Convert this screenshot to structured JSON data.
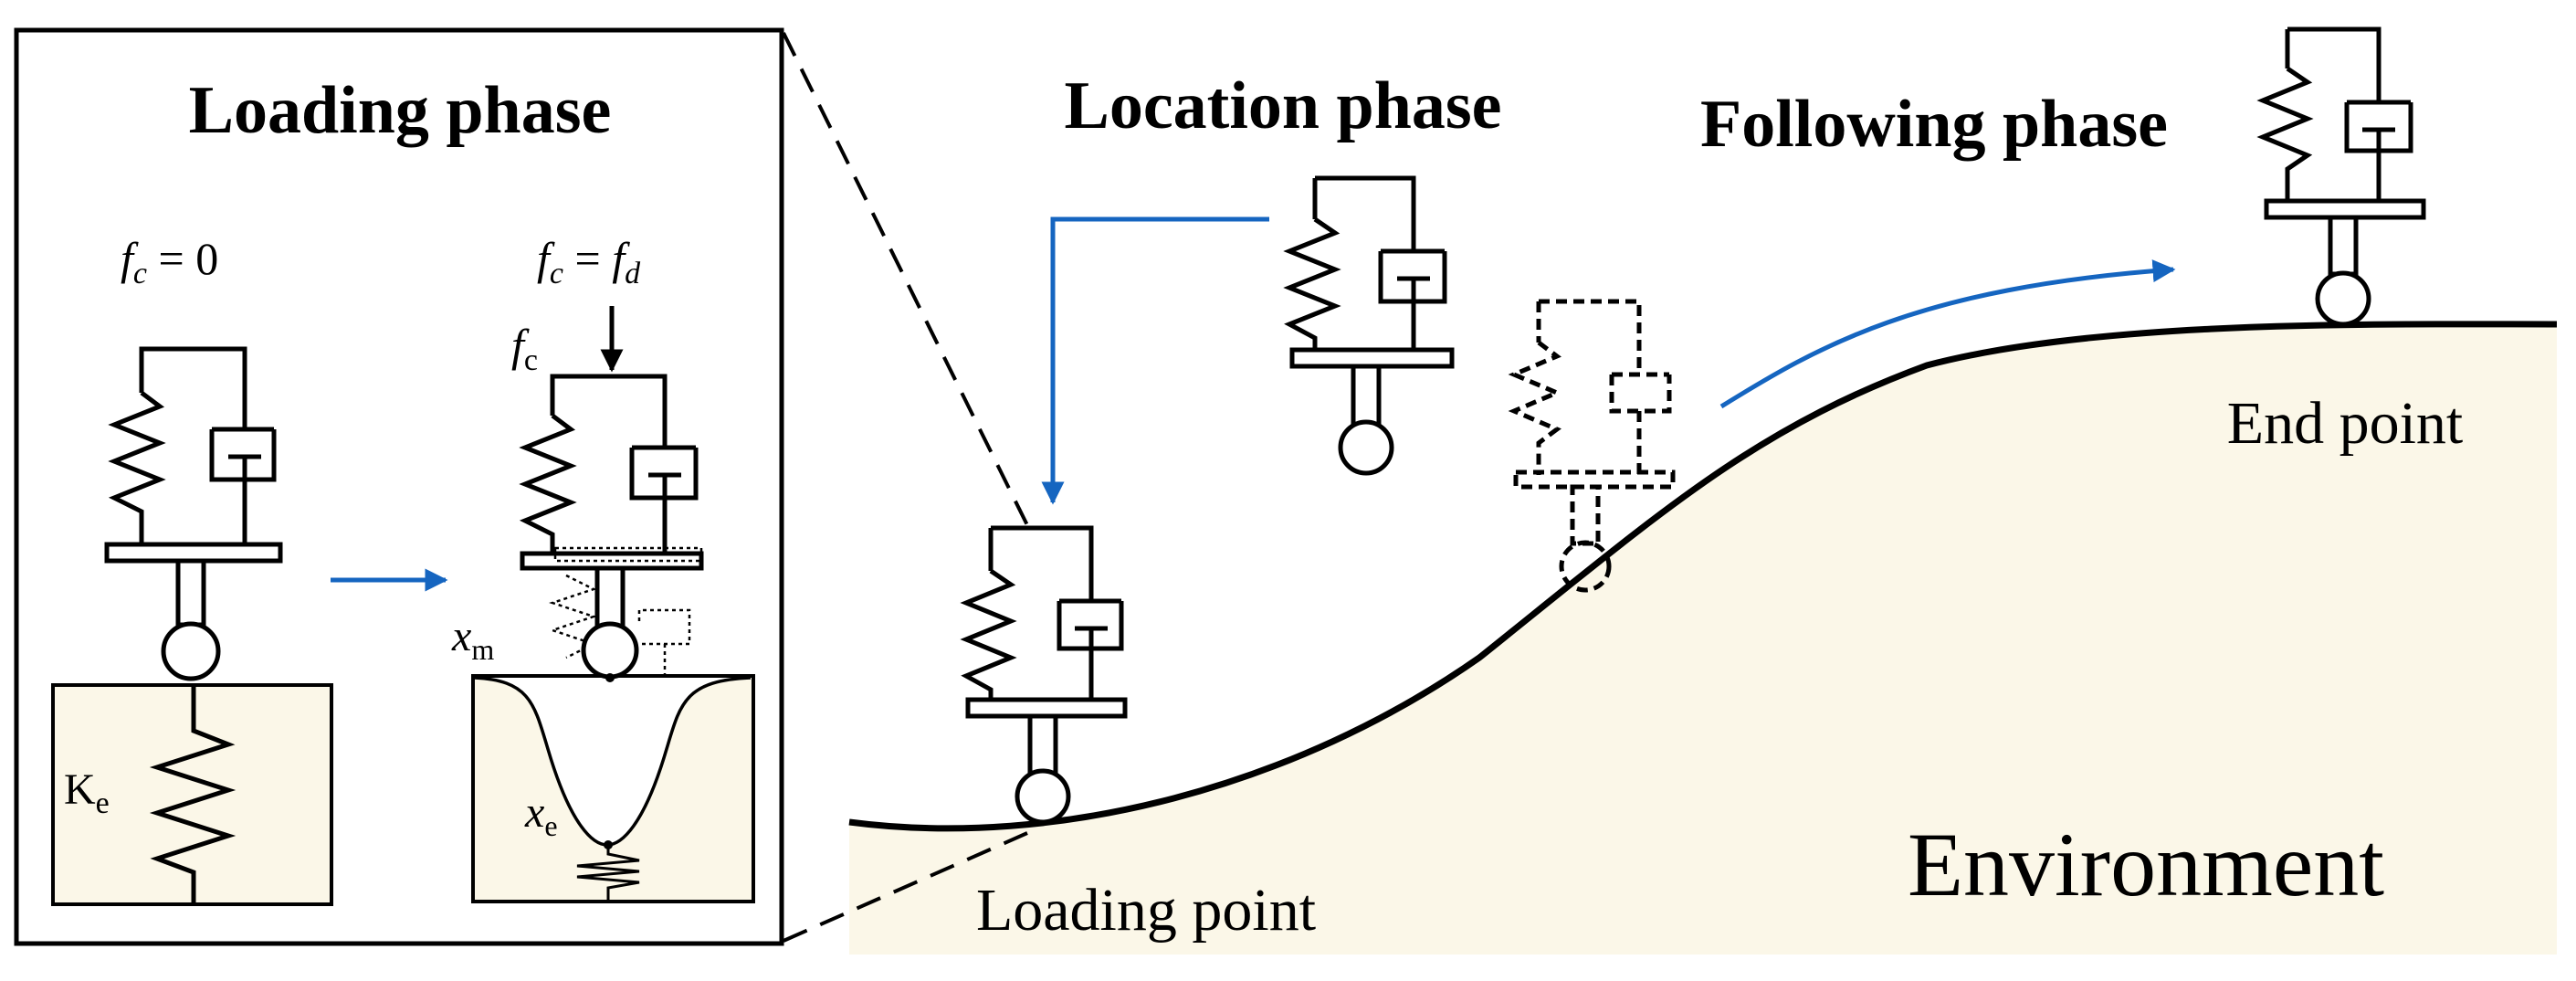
{
  "titles": {
    "loading_phase": "Loading phase",
    "location_phase": "Location phase",
    "following_phase": "Following phase"
  },
  "labels": {
    "fc_zero_lhs": "f",
    "fc_zero_sub": "c",
    "fc_zero_rhs": " = 0",
    "fc_fd_f1": "f",
    "fc_fd_sub1": "c",
    "fc_fd_eq": " = ",
    "fc_fd_f2": "f",
    "fc_fd_sub2": "d",
    "force_f": "f",
    "force_sub": "c",
    "xm": "x",
    "xm_sub": "m",
    "xe": "x",
    "xe_sub": "e",
    "ke": "K",
    "ke_sub": "e",
    "end_point": "End point",
    "loading_point": "Loading point",
    "environment": "Environment"
  },
  "colors": {
    "arrow_blue": "#1565C0",
    "environment_fill": "#FBF7E8",
    "line": "#000000"
  }
}
